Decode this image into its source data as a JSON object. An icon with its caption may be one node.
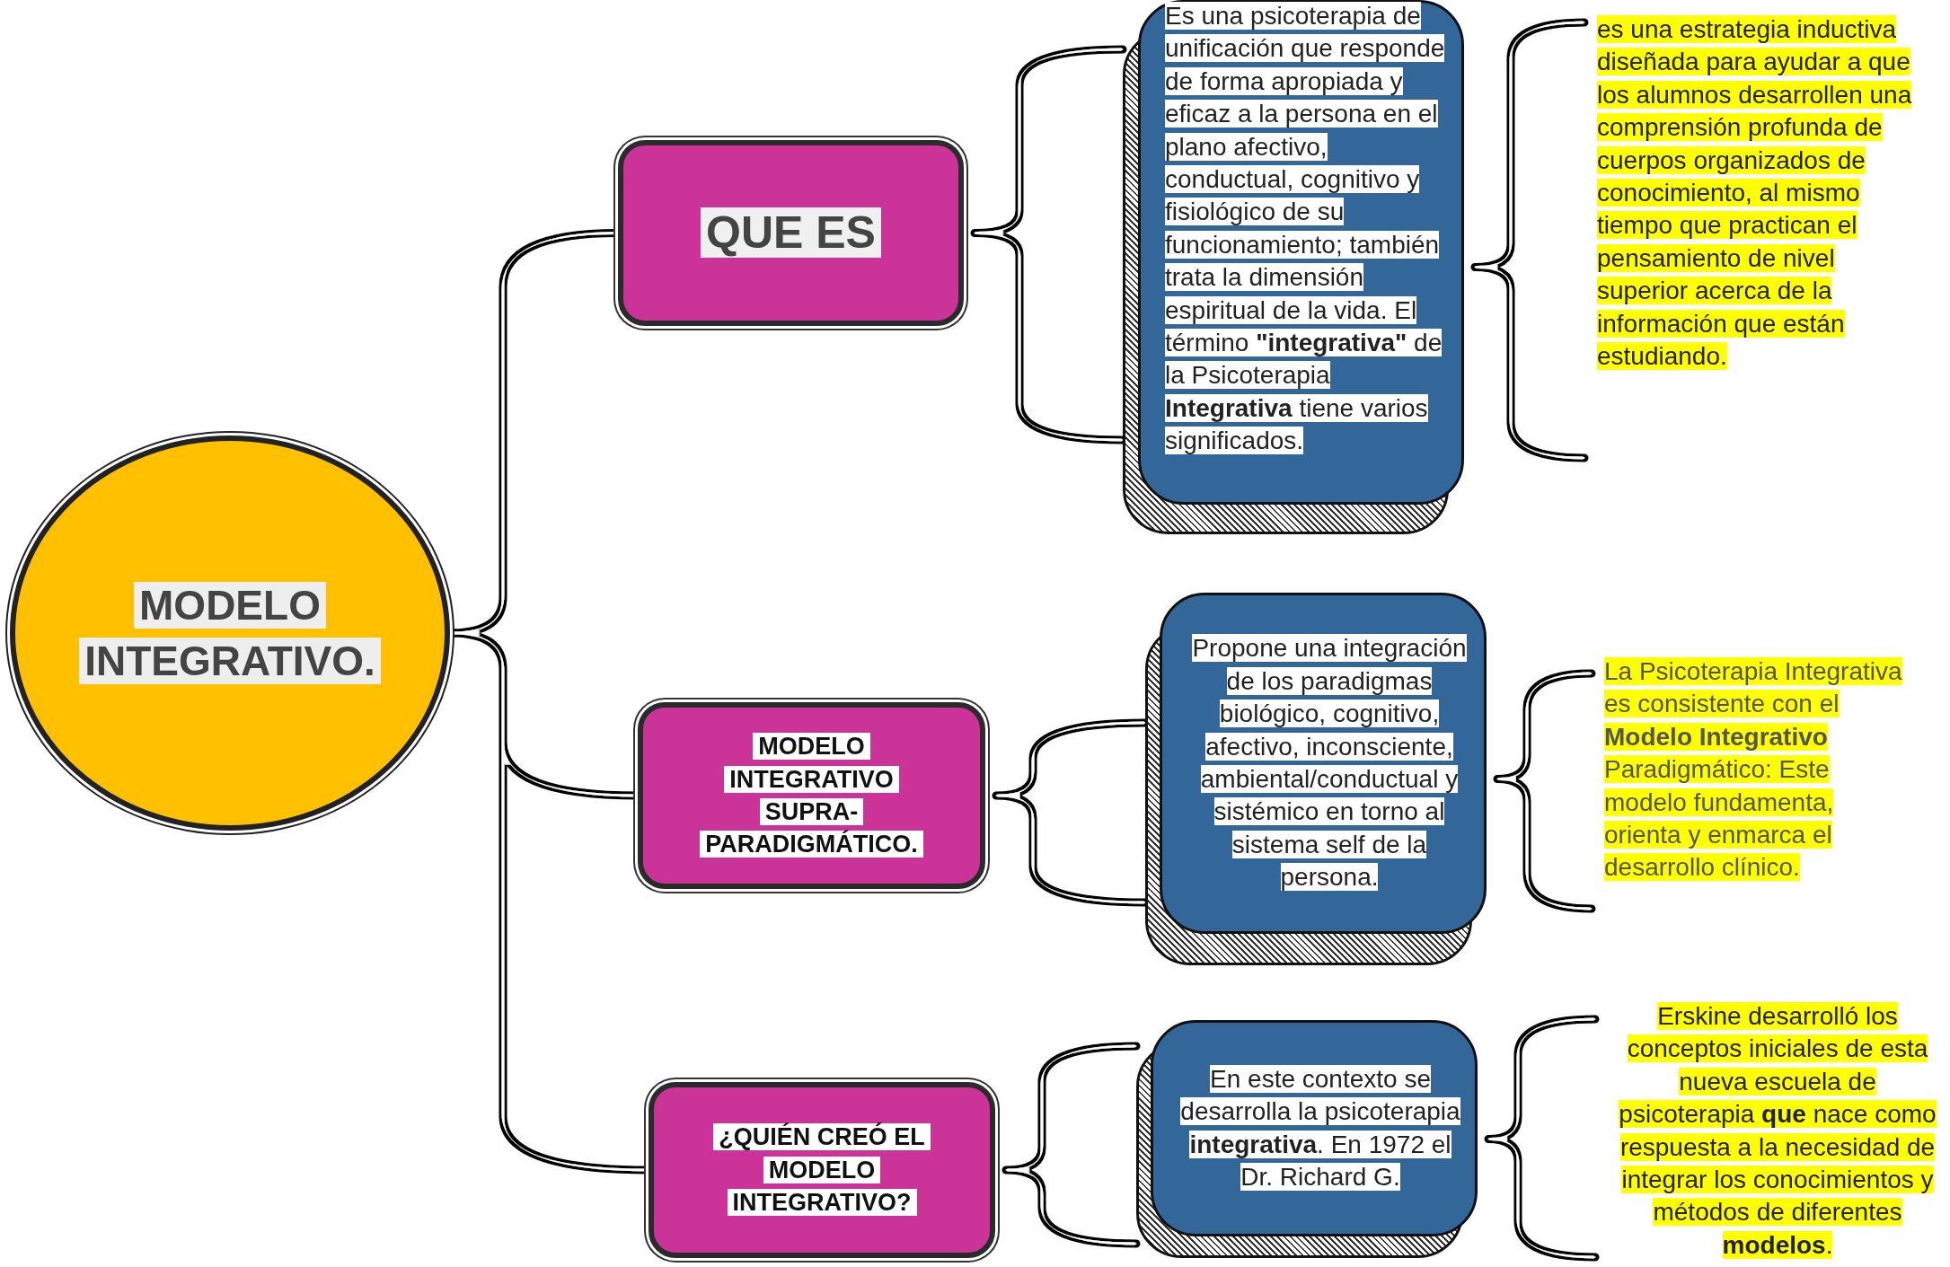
{
  "diagram": {
    "nodes": [
      {
        "text": [
          "MODELO INTEGRATIVO."
        ]
      },
      {
        "text": [
          "QUE ES"
        ]
      },
      {
        "text": [
          "Es una psicoterapia de unificación que responde de forma apropiada y eficaz a la persona en el plano afectivo, conductual, cognitivo y fisiológico de su funcionamiento; también trata la dimensión espiritual de la vida. El término **\"integrativa\"** de la Psicoterapia **Integrativa** tiene varios significados."
        ]
      },
      {
        "text": [
          "es una estrategia inductiva diseñada para ayudar a que los alumnos desarrollen una comprensión profunda de cuerpos organizados de conocimiento, al mismo tiempo que practican el pensamiento de nivel superior acerca de la información que están estudiando."
        ]
      },
      {
        "text": [
          "**MODELO INTEGRATIVO SUPRA-PARADIGMÁTICO**."
        ]
      },
      {
        "text": [
          "Propone una integración de los paradigmas biológico, cognitivo, afectivo, inconsciente, ambiental/conductual y sistémico en torno al sistema self de la persona."
        ]
      },
      {
        "text": [
          "La Psicoterapia Integrativa es consistente con el **Modelo Integrativo** Paradigmático: Este modelo fundamenta, orienta y enmarca el desarrollo clínico."
        ]
      },
      {
        "text": [
          "¿QUIÉN CREÓ EL MODELO INTEGRATIVO?"
        ]
      },
      {
        "text": [
          "En este contexto se desarrolla la psicoterapia **integrativa**. En 1972 el Dr. Richard G."
        ]
      },
      {
        "text": [
          "Erskine desarrolló los conceptos iniciales de esta nueva escuela de psicoterapia **que** nace como respuesta a la necesidad de integrar los conocimientos y métodos de diferentes **modelos**."
        ]
      }
    ],
    "edges": [
      {
        "from": 0,
        "to": 1,
        "arrow": "none"
      },
      {
        "from": 0,
        "to": 4,
        "arrow": "none"
      },
      {
        "from": 0,
        "to": 7,
        "arrow": "none"
      },
      {
        "from": 1,
        "to": 2,
        "arrow": "none"
      },
      {
        "from": 2,
        "to": 3,
        "arrow": "none"
      },
      {
        "from": 4,
        "to": 5,
        "arrow": "none"
      },
      {
        "from": 5,
        "to": 6,
        "arrow": "none"
      },
      {
        "from": 7,
        "to": 8,
        "arrow": "none"
      },
      {
        "from": 8,
        "to": 9,
        "arrow": "none"
      }
    ]
  }
}
